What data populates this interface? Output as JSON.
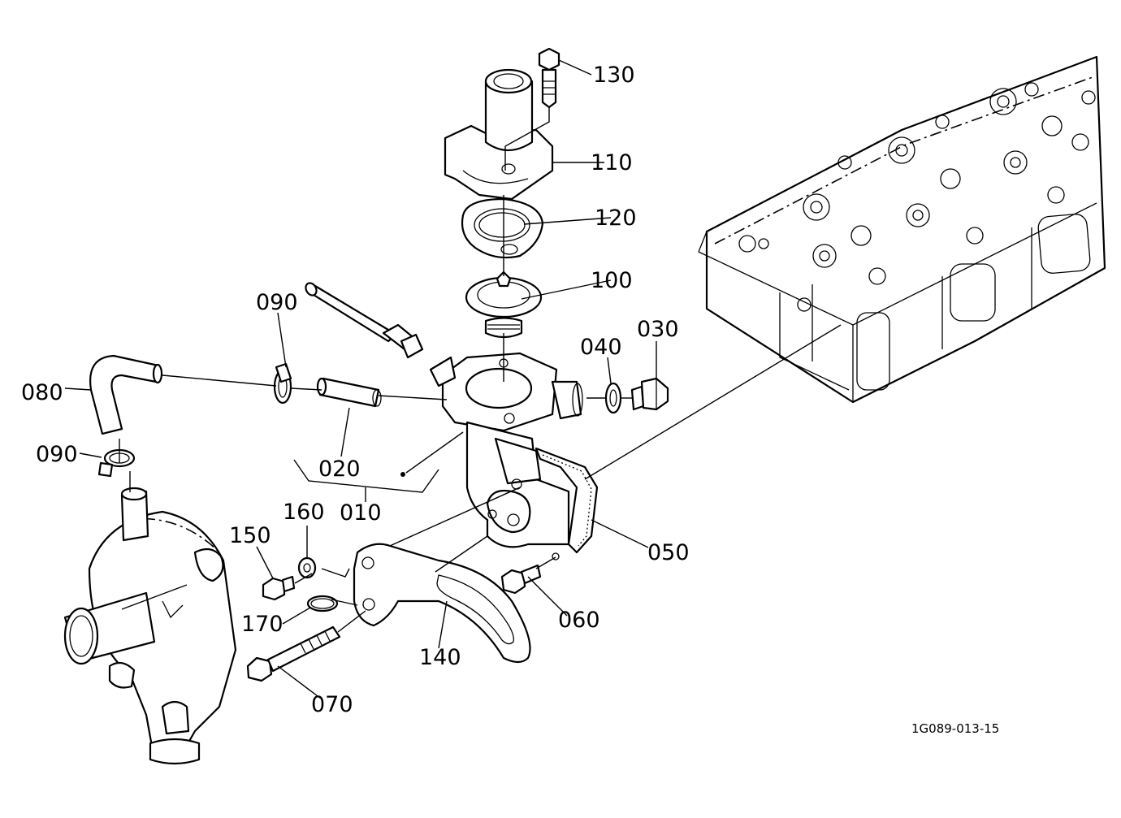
{
  "diagram": {
    "reference": "1G089-013-15",
    "callouts": {
      "c130": "130",
      "c110": "110",
      "c120": "120",
      "c100": "100",
      "c090a": "090",
      "c090b": "090",
      "c080": "080",
      "c020": "020",
      "c010": "010",
      "c040": "040",
      "c030": "030",
      "c160": "160",
      "c150": "150",
      "c050": "050",
      "c060": "060",
      "c170": "170",
      "c140": "140",
      "c070": "070"
    }
  }
}
